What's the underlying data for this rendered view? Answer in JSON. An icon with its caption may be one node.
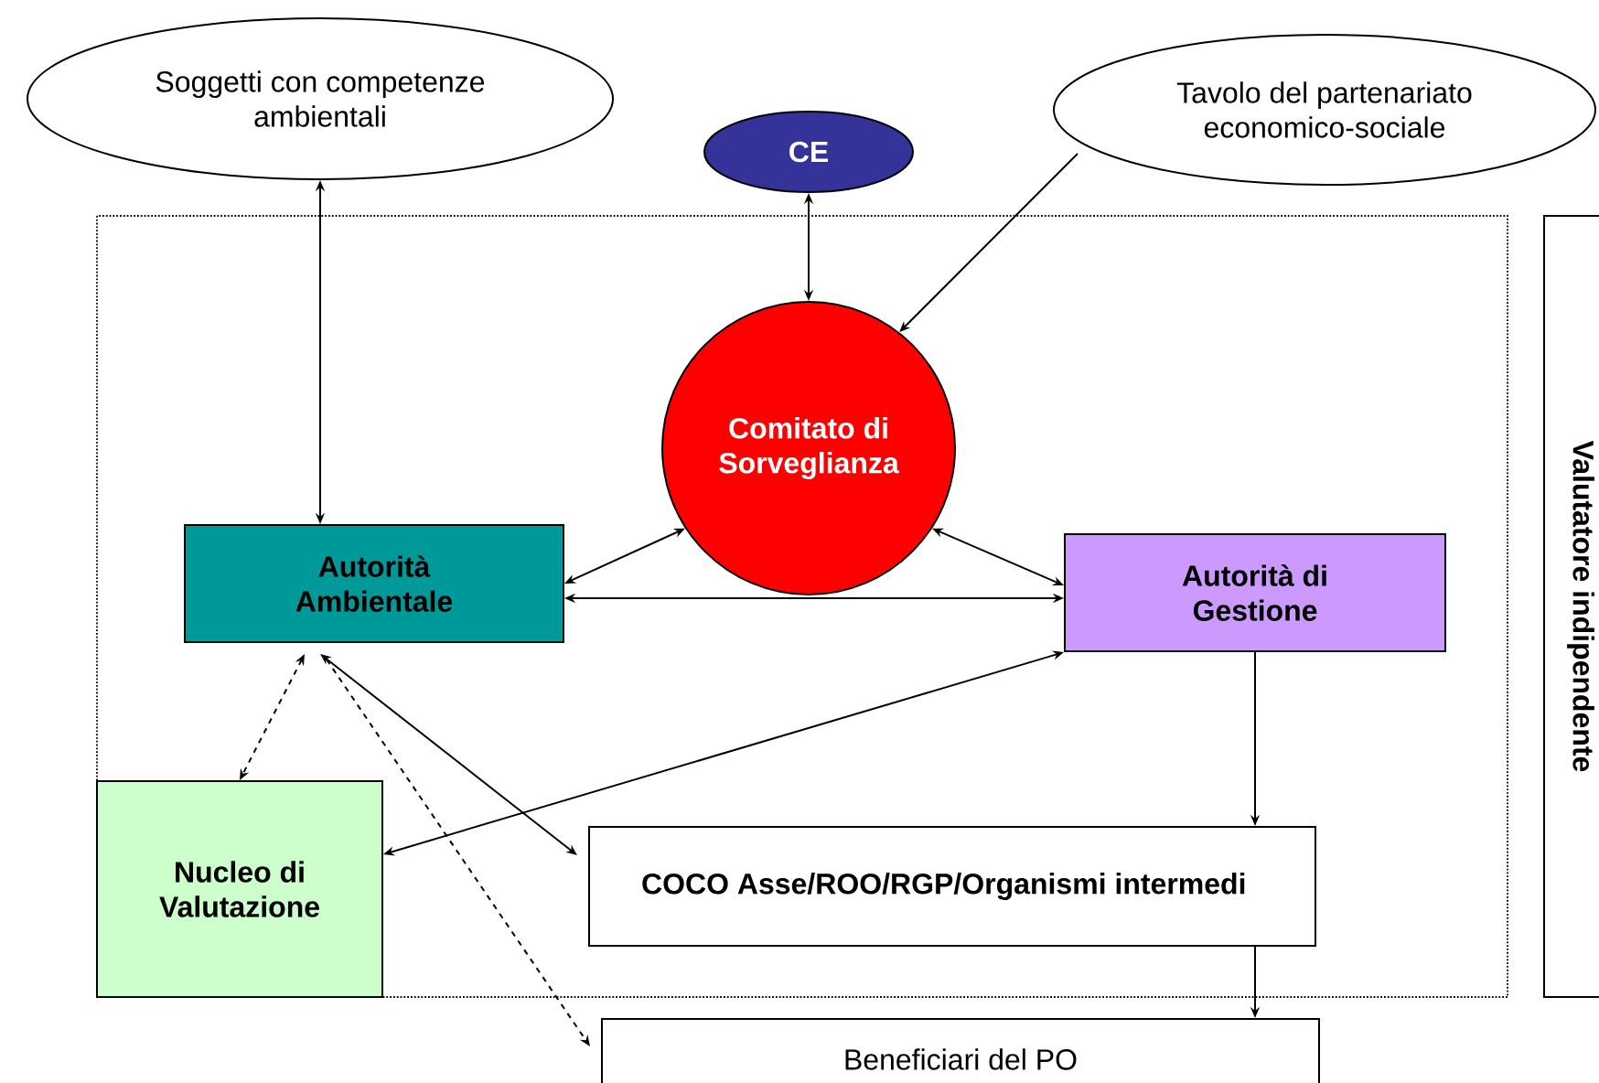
{
  "diagram": {
    "nodes": [
      {
        "text": [
          "Soggetti con competenze ambientali"
        ]
      },
      {
        "text": [
          "Tavolo del partenariato economico-sociale"
        ]
      },
      {
        "text": [
          "CE"
        ]
      },
      {
        "text": [
          "Comitato di Sorveglianza"
        ]
      },
      {
        "text": [
          "Autorità Ambientale"
        ]
      },
      {
        "text": [
          "Autorità di Gestione"
        ]
      },
      {
        "text": [
          "Nucleo di Valutazione"
        ]
      },
      {
        "text": [
          "COCO Asse/ROO/RGP/Organismi intermedi"
        ]
      },
      {
        "text": [
          "Beneficiari del PO"
        ]
      },
      {
        "text": [
          "Valutatore indipendente"
        ]
      }
    ],
    "edges": [
      {
        "from": 0,
        "to": 4,
        "arrow": "both"
      },
      {
        "from": 2,
        "to": 3,
        "arrow": "both"
      },
      {
        "from": 1,
        "to": 3,
        "arrow": "to"
      },
      {
        "from": 3,
        "to": 4,
        "arrow": "both"
      },
      {
        "from": 3,
        "to": 5,
        "arrow": "both"
      },
      {
        "from": 4,
        "to": 5,
        "arrow": "both"
      },
      {
        "from": 5,
        "to": 6,
        "arrow": "both"
      },
      {
        "from": 4,
        "to": 7,
        "arrow": "both"
      },
      {
        "from": 4,
        "to": 6,
        "arrow": "both",
        "style": "dashed"
      },
      {
        "from": 4,
        "to": 8,
        "arrow": "to",
        "style": "dashed"
      },
      {
        "from": 5,
        "to": 7,
        "arrow": "to"
      },
      {
        "from": 7,
        "to": 8,
        "arrow": "to"
      }
    ]
  }
}
